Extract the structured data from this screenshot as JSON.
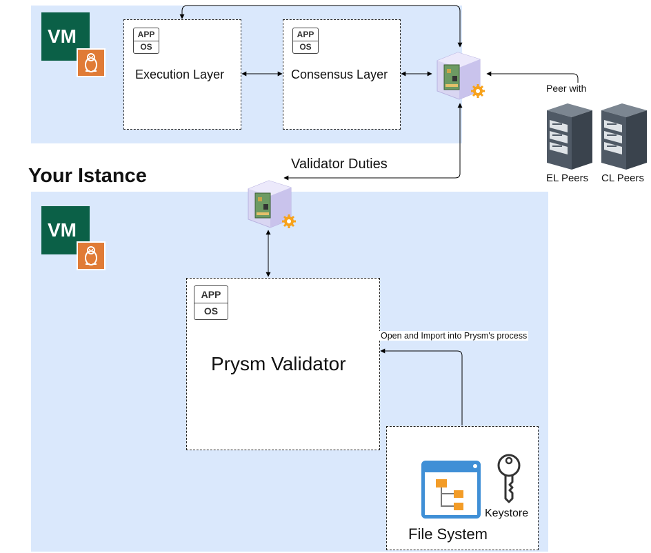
{
  "top_vm": {
    "vm_label": "VM",
    "execution_layer": {
      "app": "APP",
      "os": "OS",
      "label": "Execution Layer"
    },
    "consensus_layer": {
      "app": "APP",
      "os": "OS",
      "label": "Consensus Layer"
    }
  },
  "peers": {
    "peer_with_label": "Peer with",
    "el_peers_label": "EL Peers",
    "cl_peers_label": "CL Peers"
  },
  "validator_duties_label": "Validator Duties",
  "instance_title": "Your Istance",
  "bottom_vm": {
    "vm_label": "VM",
    "prysm_validator": {
      "app": "APP",
      "os": "OS",
      "label": "Prysm Validator"
    },
    "import_label": "Open and Import into Prysm's process",
    "file_system_label": "File System",
    "keystore_label": "Keystore"
  },
  "colors": {
    "region_fill": "#dae8fc",
    "vm_green": "#0b6047",
    "linux_orange": "#e07b36",
    "folder_blue": "#3f8fd6",
    "folder_orange": "#f39c27"
  },
  "icons": [
    "linux-icon",
    "network-card-icon",
    "gear-icon",
    "server-icon",
    "file-manager-icon",
    "key-icon"
  ]
}
